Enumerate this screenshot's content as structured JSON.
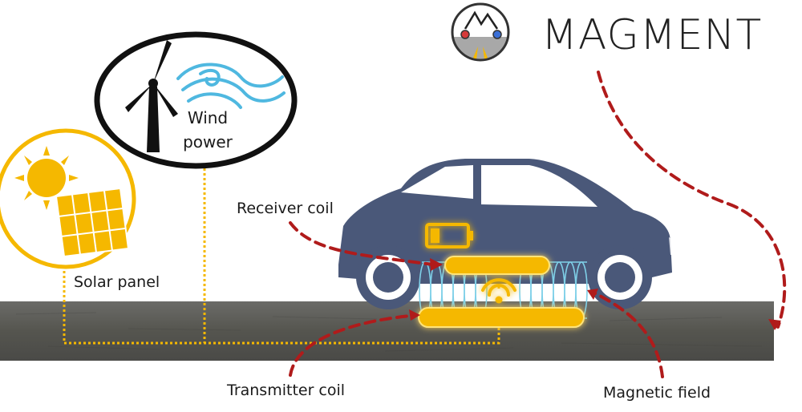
{
  "brand": {
    "name": "MAGMENT"
  },
  "labels": {
    "wind_line1": "Wind",
    "wind_line2": "power",
    "solar_panel": "Solar panel",
    "receiver_coil": "Receiver coil",
    "transmitter_coil": "Transmitter coil",
    "magnetic_field": "Magnetic field"
  },
  "colors": {
    "energy": "#f5b800",
    "energy_glow": "#ffe47a",
    "car": "#4a5879",
    "annotation_arrow": "#b01b1b",
    "field_lines": "#7fd0e8",
    "road": "#5a5a58",
    "wind_swirl": "#4fb8e0"
  },
  "icons": [
    "wind-turbine-icon",
    "sun-icon",
    "solar-panel-icon",
    "battery-icon",
    "wifi-signal-icon",
    "magment-logo-icon"
  ]
}
